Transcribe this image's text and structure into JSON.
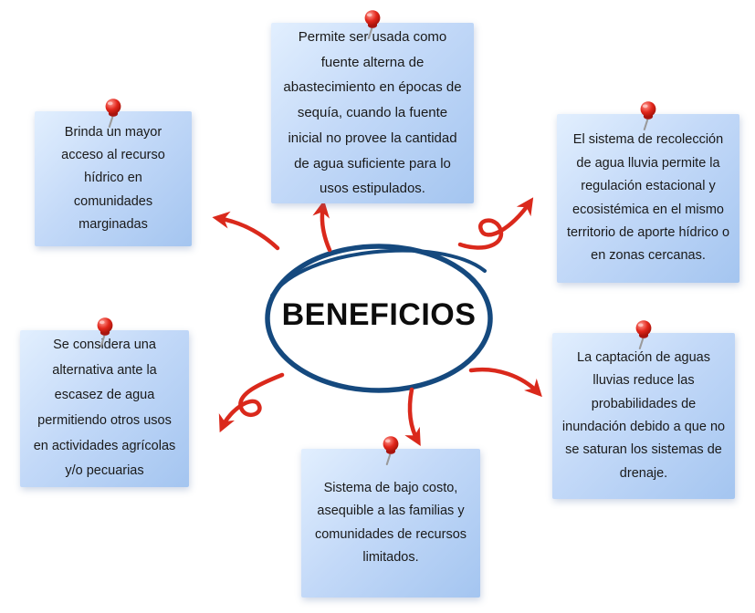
{
  "center": {
    "label": "BENEFICIOS"
  },
  "notes": [
    {
      "id": "top-center",
      "text": "Permite ser usada como fuente alterna de abastecimiento en épocas de sequía, cuando la fuente inicial no provee la cantidad de agua suficiente para lo usos estipulados."
    },
    {
      "id": "left-top",
      "text": "Brinda un mayor acceso al recurso hídrico en comunidades marginadas"
    },
    {
      "id": "right-top",
      "text": "El sistema de recolección de agua lluvia permite la regulación estacional y ecosistémica en el mismo territorio de aporte hídrico o en zonas cercanas."
    },
    {
      "id": "left-bottom",
      "text": "Se considera una alternativa ante la escasez de agua permitiendo otros usos en actividades agrícolas y/o pecuarias"
    },
    {
      "id": "right-bottom",
      "text": "La captación de aguas lluvias reduce las probabilidades de inundación debido a que no se saturan los sistemas de drenaje."
    },
    {
      "id": "bottom-center",
      "text": "Sistema de bajo costo, asequible a las familias y comunidades de recursos limitados."
    }
  ],
  "icons": {
    "pushpin": "pushpin-icon"
  },
  "colors": {
    "background": "#ffffff",
    "arrow": "#da291c",
    "pin": "#e1261d",
    "ellipse_stroke": "#15497e",
    "note_gradient_start": "#e2effe",
    "note_gradient_end": "#a4c5f0",
    "text": "#1a1a1a"
  }
}
